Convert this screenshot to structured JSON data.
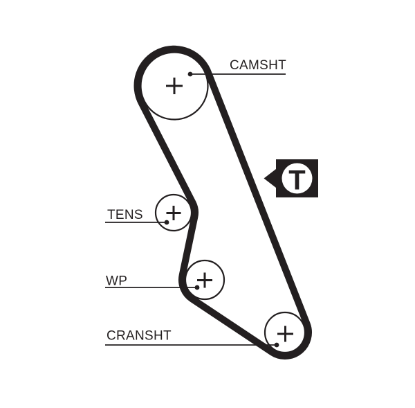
{
  "colors": {
    "ink": "#231f20",
    "background": "#ffffff"
  },
  "labels": {
    "camshaft": "CAMSHT",
    "tensioner": "TENS",
    "water_pump": "WP",
    "crankshaft": "CRANSHT"
  },
  "badge": {
    "letter": "T"
  }
}
